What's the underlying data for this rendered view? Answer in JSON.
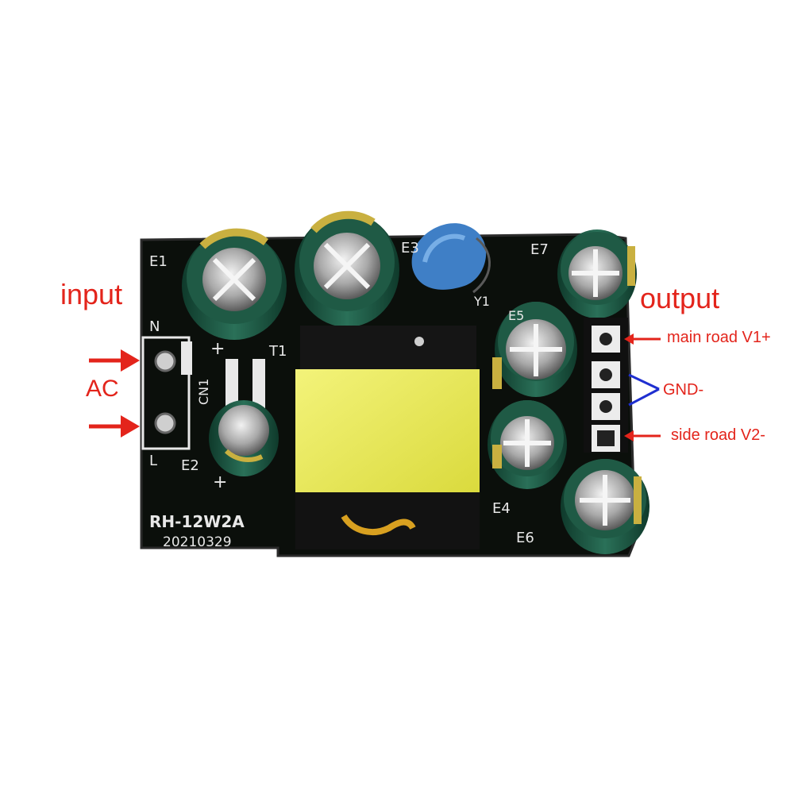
{
  "labels": {
    "input": "input",
    "output": "output",
    "ac": "AC",
    "main_road": "main road V1+",
    "gnd": "GND-",
    "side_road": "side road V2-"
  },
  "board": {
    "model": "RH-12W2A",
    "date": "20210329",
    "silk": {
      "e1": "E1",
      "e2": "E2",
      "e3": "E3",
      "e4": "E4",
      "e5": "E5",
      "e6": "E6",
      "e7": "E7",
      "t1": "T1",
      "y1": "Y1",
      "cn1": "CN1",
      "n": "N",
      "l": "L",
      "plus": "+"
    }
  },
  "colors": {
    "pcb": "#0b0f0b",
    "capacitor": "#1f5a45",
    "transformer": "#e6e64a",
    "annotation_red": "#e3241b",
    "annotation_blue": "#1f2fd0"
  }
}
